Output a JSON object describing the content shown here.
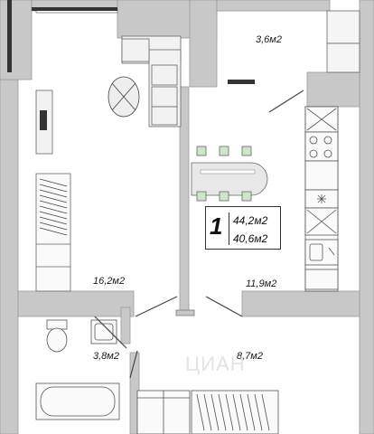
{
  "plan": {
    "rooms_count": "1",
    "total_area": "44,2м2",
    "living_area": "40,6м2",
    "rooms": [
      {
        "name": "balcony",
        "area": "3,6м2"
      },
      {
        "name": "living-room",
        "area": "16,2м2"
      },
      {
        "name": "kitchen",
        "area": "11,9м2"
      },
      {
        "name": "bathroom",
        "area": "3,8м2"
      },
      {
        "name": "hallway",
        "area": "8,7м2"
      }
    ],
    "watermark": "ЦИАН"
  }
}
